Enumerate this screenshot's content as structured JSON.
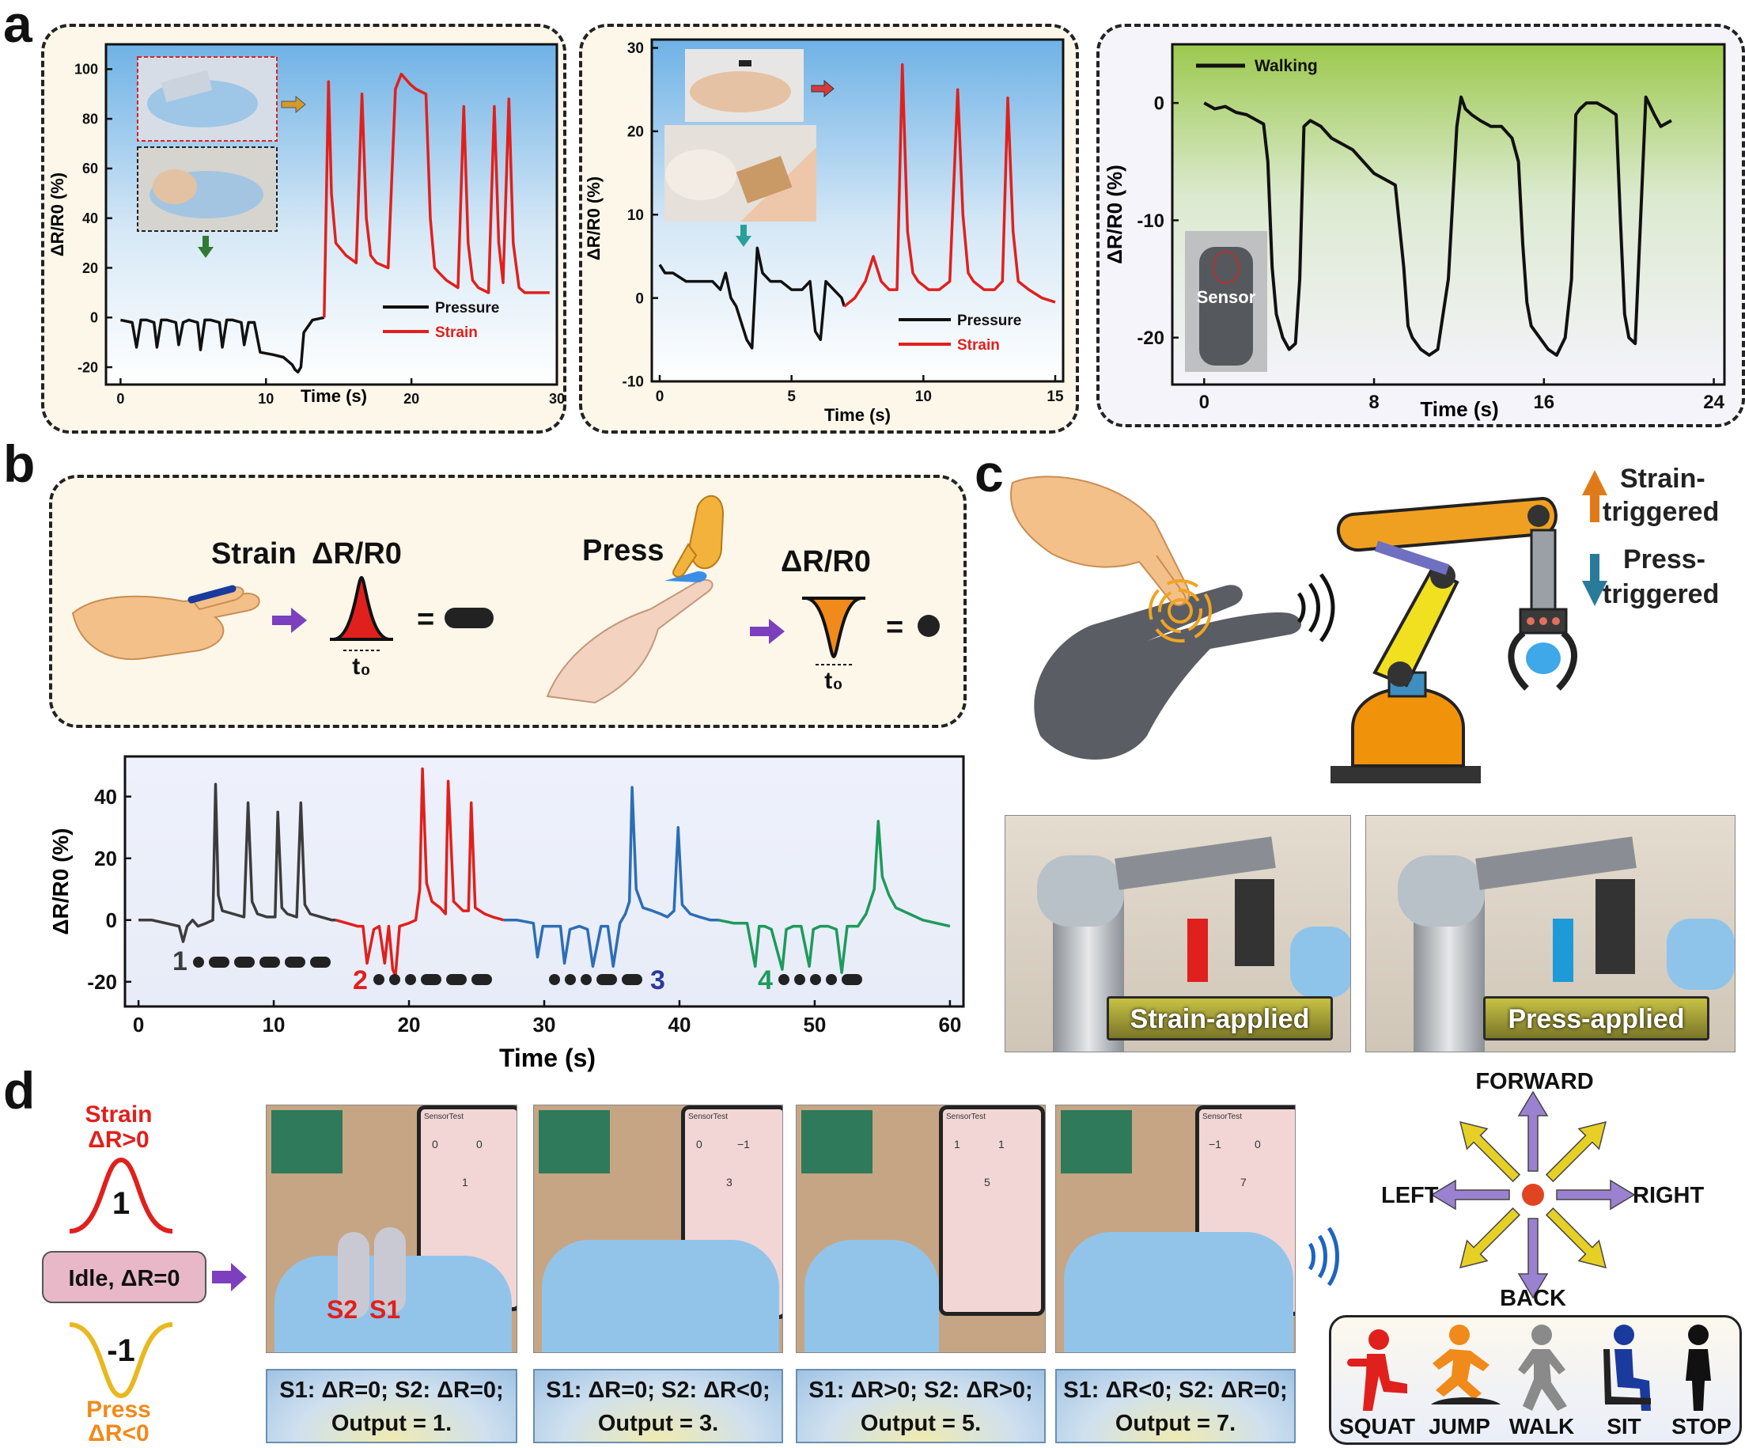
{
  "panels": {
    "a": "a",
    "b": "b",
    "c": "c",
    "d": "d"
  },
  "colors": {
    "black": "#111111",
    "red": "#e0201c",
    "blue": "#2d6db5",
    "green": "#1e9a5a",
    "gray": "#3c3c3c"
  },
  "chart_data": [
    {
      "type": "line",
      "xlabel": "Time (s)",
      "ylabel": "ΔR/R0 (%)",
      "xticks": [
        0,
        10,
        20,
        30
      ],
      "yticks": [
        -20,
        0,
        20,
        40,
        60,
        80,
        100
      ],
      "xlim": [
        -1,
        30
      ],
      "ylim": [
        -27,
        110
      ],
      "legend_position": "bottom-right",
      "series": [
        {
          "name": "Pressure",
          "color": "#111111",
          "x": [
            0,
            0.8,
            1.1,
            1.4,
            1.8,
            2.3,
            2.5,
            2.8,
            3.2,
            3.8,
            4.0,
            4.3,
            4.7,
            5.3,
            5.5,
            5.8,
            6.2,
            6.8,
            7.0,
            7.3,
            7.7,
            8.3,
            8.5,
            8.8,
            9.2,
            9.6,
            10.5,
            11.2,
            11.8,
            12.0,
            12.2,
            12.4,
            12.6,
            13.2,
            14.0
          ],
          "y": [
            -1,
            -2,
            -12,
            -1,
            -1,
            -2,
            -12,
            -1,
            -1,
            -2,
            -11,
            -2,
            -1,
            -2,
            -13,
            -1,
            -1,
            -2,
            -12,
            -1,
            -1,
            -2,
            -11,
            -2,
            -2,
            -14,
            -15,
            -16,
            -19,
            -21,
            -22,
            -20,
            -6,
            -1,
            0
          ]
        },
        {
          "name": "Strain",
          "color": "#e0201c",
          "x": [
            14.0,
            14.3,
            14.5,
            14.8,
            15.5,
            16.2,
            16.6,
            16.9,
            17.2,
            17.6,
            18.4,
            18.9,
            19.3,
            19.6,
            19.9,
            20.3,
            21.0,
            21.3,
            21.6,
            21.9,
            22.4,
            23.2,
            23.6,
            23.9,
            24.2,
            24.6,
            25.3,
            25.7,
            26.0,
            26.3,
            26.7,
            27.0,
            27.4,
            27.8,
            28.1,
            28.5,
            29.0,
            29.5
          ],
          "y": [
            0,
            95,
            50,
            30,
            25,
            22,
            90,
            40,
            25,
            22,
            20,
            92,
            98,
            96,
            94,
            92,
            90,
            40,
            20,
            18,
            15,
            12,
            85,
            30,
            15,
            12,
            10,
            85,
            30,
            14,
            88,
            30,
            12,
            10,
            10,
            10,
            10,
            10
          ]
        }
      ]
    },
    {
      "type": "line",
      "xlabel": "Time (s)",
      "ylabel": "ΔR/R0 (%)",
      "xticks": [
        0,
        5,
        10,
        15
      ],
      "yticks": [
        -10,
        0,
        10,
        20,
        30
      ],
      "xlim": [
        -0.3,
        15.3
      ],
      "ylim": [
        -10,
        31
      ],
      "legend_position": "bottom-right",
      "series": [
        {
          "name": "Pressure",
          "color": "#111111",
          "x": [
            0,
            0.2,
            0.5,
            1.0,
            1.5,
            2.0,
            2.3,
            2.5,
            2.7,
            2.9,
            3.1,
            3.3,
            3.5,
            3.7,
            3.9,
            4.2,
            4.6,
            5.0,
            5.4,
            5.7,
            5.9,
            6.1,
            6.3,
            6.6,
            6.9,
            7.0
          ],
          "y": [
            4,
            3,
            3,
            2,
            2,
            2,
            1,
            3,
            0,
            -1,
            -3,
            -5,
            -6,
            6,
            3,
            2,
            2,
            1,
            1,
            2,
            -4,
            -5,
            2,
            1,
            0,
            -1
          ]
        },
        {
          "name": "Strain",
          "color": "#e0201c",
          "x": [
            7.0,
            7.4,
            7.8,
            8.1,
            8.4,
            8.7,
            9.0,
            9.2,
            9.4,
            9.6,
            9.8,
            10.2,
            10.6,
            11.0,
            11.3,
            11.5,
            11.7,
            11.9,
            12.3,
            12.7,
            13.0,
            13.2,
            13.4,
            13.6,
            14.0,
            14.5,
            15.0
          ],
          "y": [
            -1,
            0,
            2,
            5,
            2,
            1,
            1,
            28,
            8,
            3,
            2,
            1,
            1,
            2,
            25,
            10,
            3,
            2,
            1,
            1,
            2,
            24,
            8,
            2,
            1,
            0,
            -0.5
          ]
        }
      ]
    },
    {
      "type": "line",
      "xlabel": "Time (s)",
      "ylabel": "ΔR/R0 (%)",
      "xticks": [
        0,
        8,
        16,
        24
      ],
      "yticks": [
        -20,
        -10,
        0
      ],
      "xlim": [
        -1.5,
        24.5
      ],
      "ylim": [
        -24,
        5
      ],
      "legend_position": "top-left",
      "series": [
        {
          "name": "Walking",
          "color": "#111111",
          "x": [
            0,
            0.5,
            1,
            1.5,
            2,
            2.5,
            2.8,
            3.0,
            3.2,
            3.4,
            3.7,
            4.0,
            4.3,
            4.5,
            4.7,
            5.0,
            5.5,
            6.0,
            6.5,
            7.0,
            7.5,
            8.0,
            8.5,
            9.0,
            9.4,
            9.6,
            9.8,
            10.2,
            10.6,
            11.0,
            11.5,
            11.9,
            12.1,
            12.3,
            12.6,
            13.0,
            13.5,
            14.0,
            14.5,
            14.8,
            15.0,
            15.2,
            15.4,
            15.8,
            16.2,
            16.6,
            17.0,
            17.3,
            17.5,
            17.7,
            18.0,
            18.5,
            19.0,
            19.4,
            19.6,
            19.8,
            20.0,
            20.3,
            20.8,
            21.2,
            21.5,
            22.0
          ],
          "y": [
            0,
            -0.5,
            -0.3,
            -0.8,
            -1,
            -1.5,
            -1.8,
            -5,
            -14,
            -18,
            -20,
            -21,
            -20.5,
            -15,
            -2,
            -1.5,
            -2,
            -3,
            -3.5,
            -4,
            -5,
            -6,
            -6.5,
            -7,
            -14,
            -19,
            -20,
            -21,
            -21.5,
            -21,
            -15,
            -2,
            0.5,
            -0.5,
            -1,
            -1.5,
            -2,
            -2,
            -3,
            -5,
            -12,
            -17,
            -19,
            -20,
            -21,
            -21.5,
            -20,
            -15,
            -1,
            -0.5,
            0,
            0,
            -0.5,
            -1,
            -10,
            -18,
            -20,
            -20.5,
            0.5,
            -1,
            -2,
            -1.5
          ]
        }
      ]
    },
    {
      "type": "line",
      "xlabel": "Time (s)",
      "ylabel": "ΔR/R0 (%)",
      "xticks": [
        0,
        10,
        20,
        30,
        40,
        50,
        60
      ],
      "yticks": [
        -20,
        0,
        20,
        40
      ],
      "xlim": [
        -1,
        61
      ],
      "ylim": [
        -28,
        53
      ],
      "series": [
        {
          "color": "#3c3c3c",
          "x": [
            0,
            1,
            2,
            3,
            3.3,
            3.6,
            4.0,
            4.4,
            5.0,
            5.5,
            5.7,
            5.9,
            6.2,
            7.0,
            7.8,
            8.1,
            8.4,
            8.8,
            9.5,
            10.1,
            10.3,
            10.6,
            11.0,
            11.7,
            12.0,
            12.3,
            12.7,
            13.5,
            14.3,
            14.6
          ],
          "y": [
            0,
            0,
            -1,
            -2,
            -7,
            -2,
            0,
            -2,
            -1,
            0,
            44,
            8,
            3,
            2,
            1,
            38,
            6,
            2,
            1,
            1,
            35,
            4,
            2,
            1,
            38,
            5,
            2,
            1,
            0,
            0
          ]
        },
        {
          "color": "#e0201c",
          "x": [
            14.6,
            15.4,
            16.2,
            16.6,
            16.9,
            17.4,
            17.8,
            18.2,
            18.5,
            18.8,
            19.0,
            19.3,
            20.0,
            20.5,
            20.8,
            21.0,
            21.3,
            21.7,
            22.3,
            22.7,
            22.9,
            23.3,
            24.0,
            24.4,
            24.6,
            24.9,
            25.6,
            26.2,
            27.0
          ],
          "y": [
            0,
            -1,
            -2,
            -2,
            -14,
            -3,
            -2,
            -14,
            -2,
            -16,
            -18,
            -2,
            -1,
            0,
            10,
            49,
            12,
            6,
            4,
            2,
            45,
            6,
            3,
            3,
            38,
            4,
            2,
            1,
            0
          ]
        },
        {
          "color": "#2d6db5",
          "x": [
            27.0,
            28.0,
            29.2,
            29.5,
            29.9,
            30.5,
            31.2,
            31.5,
            31.9,
            32.6,
            33.2,
            33.6,
            34.2,
            34.7,
            35.1,
            35.6,
            36.0,
            36.3,
            36.5,
            36.8,
            37.3,
            38.0,
            38.6,
            39.1,
            39.6,
            39.9,
            40.2,
            40.8,
            41.5,
            42.3,
            42.9
          ],
          "y": [
            0,
            0,
            -1,
            -12,
            -2,
            -2,
            -2,
            -14,
            -3,
            -2,
            -3,
            -15,
            -2,
            -2,
            -15,
            -1,
            2,
            6,
            43,
            10,
            4,
            3,
            2,
            1,
            3,
            30,
            5,
            2,
            1,
            0,
            0
          ]
        },
        {
          "color": "#1e9a5a",
          "x": [
            42.9,
            44,
            45,
            45.6,
            45.9,
            46.3,
            46.8,
            47.6,
            47.9,
            48.4,
            49,
            49.6,
            49.9,
            50.4,
            51,
            51.6,
            52,
            52.4,
            52.8,
            53.2,
            53.8,
            54.1,
            54.4,
            54.7,
            55,
            55.5,
            56,
            57,
            58,
            59,
            60
          ],
          "y": [
            0,
            -1,
            -1,
            -15,
            -2,
            -2,
            -3,
            -16,
            -3,
            -2,
            -2,
            -15,
            -3,
            -2,
            -2,
            -3,
            -17,
            -2,
            -2,
            -2,
            2,
            6,
            10,
            32,
            14,
            8,
            4,
            2,
            0,
            -1,
            -2
          ]
        }
      ]
    }
  ],
  "a_plot1": {
    "xlabel": "Time (s)",
    "ylabel": "ΔR/R0 (%)",
    "legend": [
      "Pressure",
      "Strain"
    ]
  },
  "a_plot2": {
    "xlabel": "Time (s)",
    "ylabel": "ΔR/R0 (%)",
    "legend": [
      "Pressure",
      "Strain"
    ]
  },
  "a_plot3": {
    "xlabel": "Time (s)",
    "ylabel": "ΔR/R0 (%)",
    "legend": [
      "Walking"
    ],
    "inset_label": "Sensor"
  },
  "b_schematic": {
    "strain": "Strain",
    "press": "Press",
    "ratio": "ΔR/R0",
    "t0": "t₀",
    "equals": "="
  },
  "b_plot": {
    "xlabel": "Time (s)",
    "ylabel": "ΔR/R0 (%)",
    "codes": [
      {
        "num": "1",
        "pattern": [
          "dot",
          "dash",
          "dash",
          "dash",
          "dash",
          "dash"
        ],
        "color": "#3c3c3c"
      },
      {
        "num": "2",
        "pattern": [
          "dot",
          "dot",
          "dot",
          "dash",
          "dash",
          "dash"
        ],
        "color": "#e0201c"
      },
      {
        "num": "3",
        "pattern": [
          "dot",
          "dot",
          "dot",
          "dash",
          "dash"
        ],
        "color": "#2a3a9a"
      },
      {
        "num": "4",
        "pattern": [
          "dot",
          "dot",
          "dot",
          "dot",
          "dash"
        ],
        "color": "#1e9a5a"
      }
    ]
  },
  "c": {
    "strain_triggered": [
      "Strain-",
      "triggered"
    ],
    "press_triggered": [
      "Press-",
      "triggered"
    ],
    "photo_labels": [
      "Strain-applied",
      "Press-applied"
    ]
  },
  "d": {
    "strain_label": [
      "Strain",
      "ΔR>0"
    ],
    "strain_value": "1",
    "idle_label": "Idle, ΔR=0",
    "press_value": "-1",
    "press_label": [
      "Press",
      "ΔR<0"
    ],
    "sensor_labels": [
      "S2",
      "S1"
    ],
    "phone_readouts": [
      {
        "title": "SensorTest",
        "s1": "0",
        "s2": "0",
        "out": "1"
      },
      {
        "title": "SensorTest",
        "s1": "0",
        "s2": "−1",
        "out": "3"
      },
      {
        "title": "SensorTest",
        "s1": "1",
        "s2": "1",
        "out": "5"
      },
      {
        "title": "SensorTest",
        "s1": "−1",
        "s2": "0",
        "out": "7"
      }
    ],
    "outputs": [
      [
        "S1: ΔR=0; S2: ΔR=0;",
        "Output = 1."
      ],
      [
        "S1: ΔR=0; S2: ΔR<0;",
        "Output = 3."
      ],
      [
        "S1: ΔR>0; S2: ΔR>0;",
        "Output = 5."
      ],
      [
        "S1: ΔR<0; S2: ΔR=0;",
        "Output = 7."
      ]
    ],
    "directions": {
      "forward": "FORWARD",
      "back": "BACK",
      "left": "LEFT",
      "right": "RIGHT"
    },
    "actions": [
      "SQUAT",
      "JUMP",
      "WALK",
      "SIT",
      "STOP"
    ]
  }
}
